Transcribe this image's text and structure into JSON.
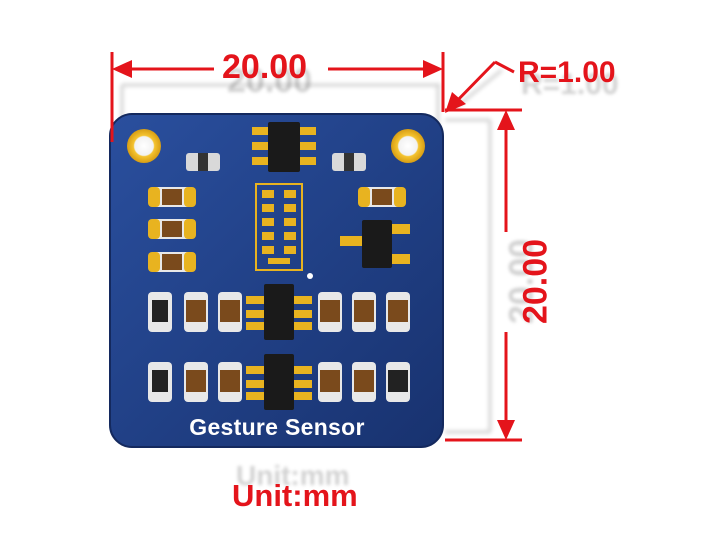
{
  "dimensions": {
    "width_text": "20.00",
    "height_text": "20.00",
    "radius_text": "R=1.00",
    "unit_text": "Unit:mm"
  },
  "board": {
    "label": "Gesture Sensor"
  },
  "colors": {
    "dimension": "#e4141b",
    "board": "#1f3d86",
    "pad_gold": "#e8b320",
    "component_body": "#1a1a1a",
    "resistor_body": "#7a4a1c"
  }
}
